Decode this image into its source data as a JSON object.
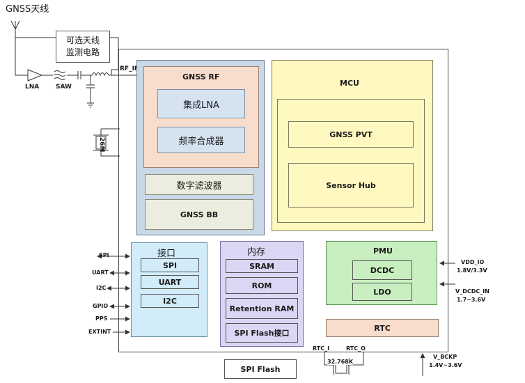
{
  "antenna": {
    "title": "GNSS天线",
    "optional_circuit": [
      "可选天线",
      "监测电路"
    ],
    "lna": "LNA",
    "saw": "SAW"
  },
  "rf_in": "RF_IN",
  "crystal": "26M",
  "gnss_rf": {
    "title": "GNSS RF",
    "lna": "集成LNA",
    "synth": "频率合成器"
  },
  "digital_filter": "数字滤波器",
  "gnss_bb": "GNSS BB",
  "mcu": {
    "title": "MCU",
    "pvt": "GNSS PVT",
    "sensor_hub": "Sensor Hub"
  },
  "interface": {
    "title": "接口",
    "items": [
      "SPI",
      "UART",
      "I2C"
    ]
  },
  "memory": {
    "title": "内存",
    "items": [
      "SRAM",
      "ROM",
      "Retention RAM",
      "SPI Flash接口"
    ]
  },
  "pmu": {
    "title": "PMU",
    "items": [
      "DCDC",
      "LDO"
    ]
  },
  "rtc": "RTC",
  "pins": [
    "SPI",
    "UART",
    "I2C",
    "GPIO",
    "PPS",
    "EXTINT"
  ],
  "power": {
    "vdd_io": [
      "VDD_IO",
      "1.8V/3.3V"
    ],
    "v_dcdc_in": [
      "V_DCDC_IN",
      "1.7~3.6V"
    ],
    "v_bckp": [
      "V_BCKP",
      "1.4V~3.6V"
    ]
  },
  "rtc_pins": [
    "RTC_I",
    "RTC_O"
  ],
  "rtc_crystal": "32.768K",
  "spi_flash": "SPI Flash"
}
